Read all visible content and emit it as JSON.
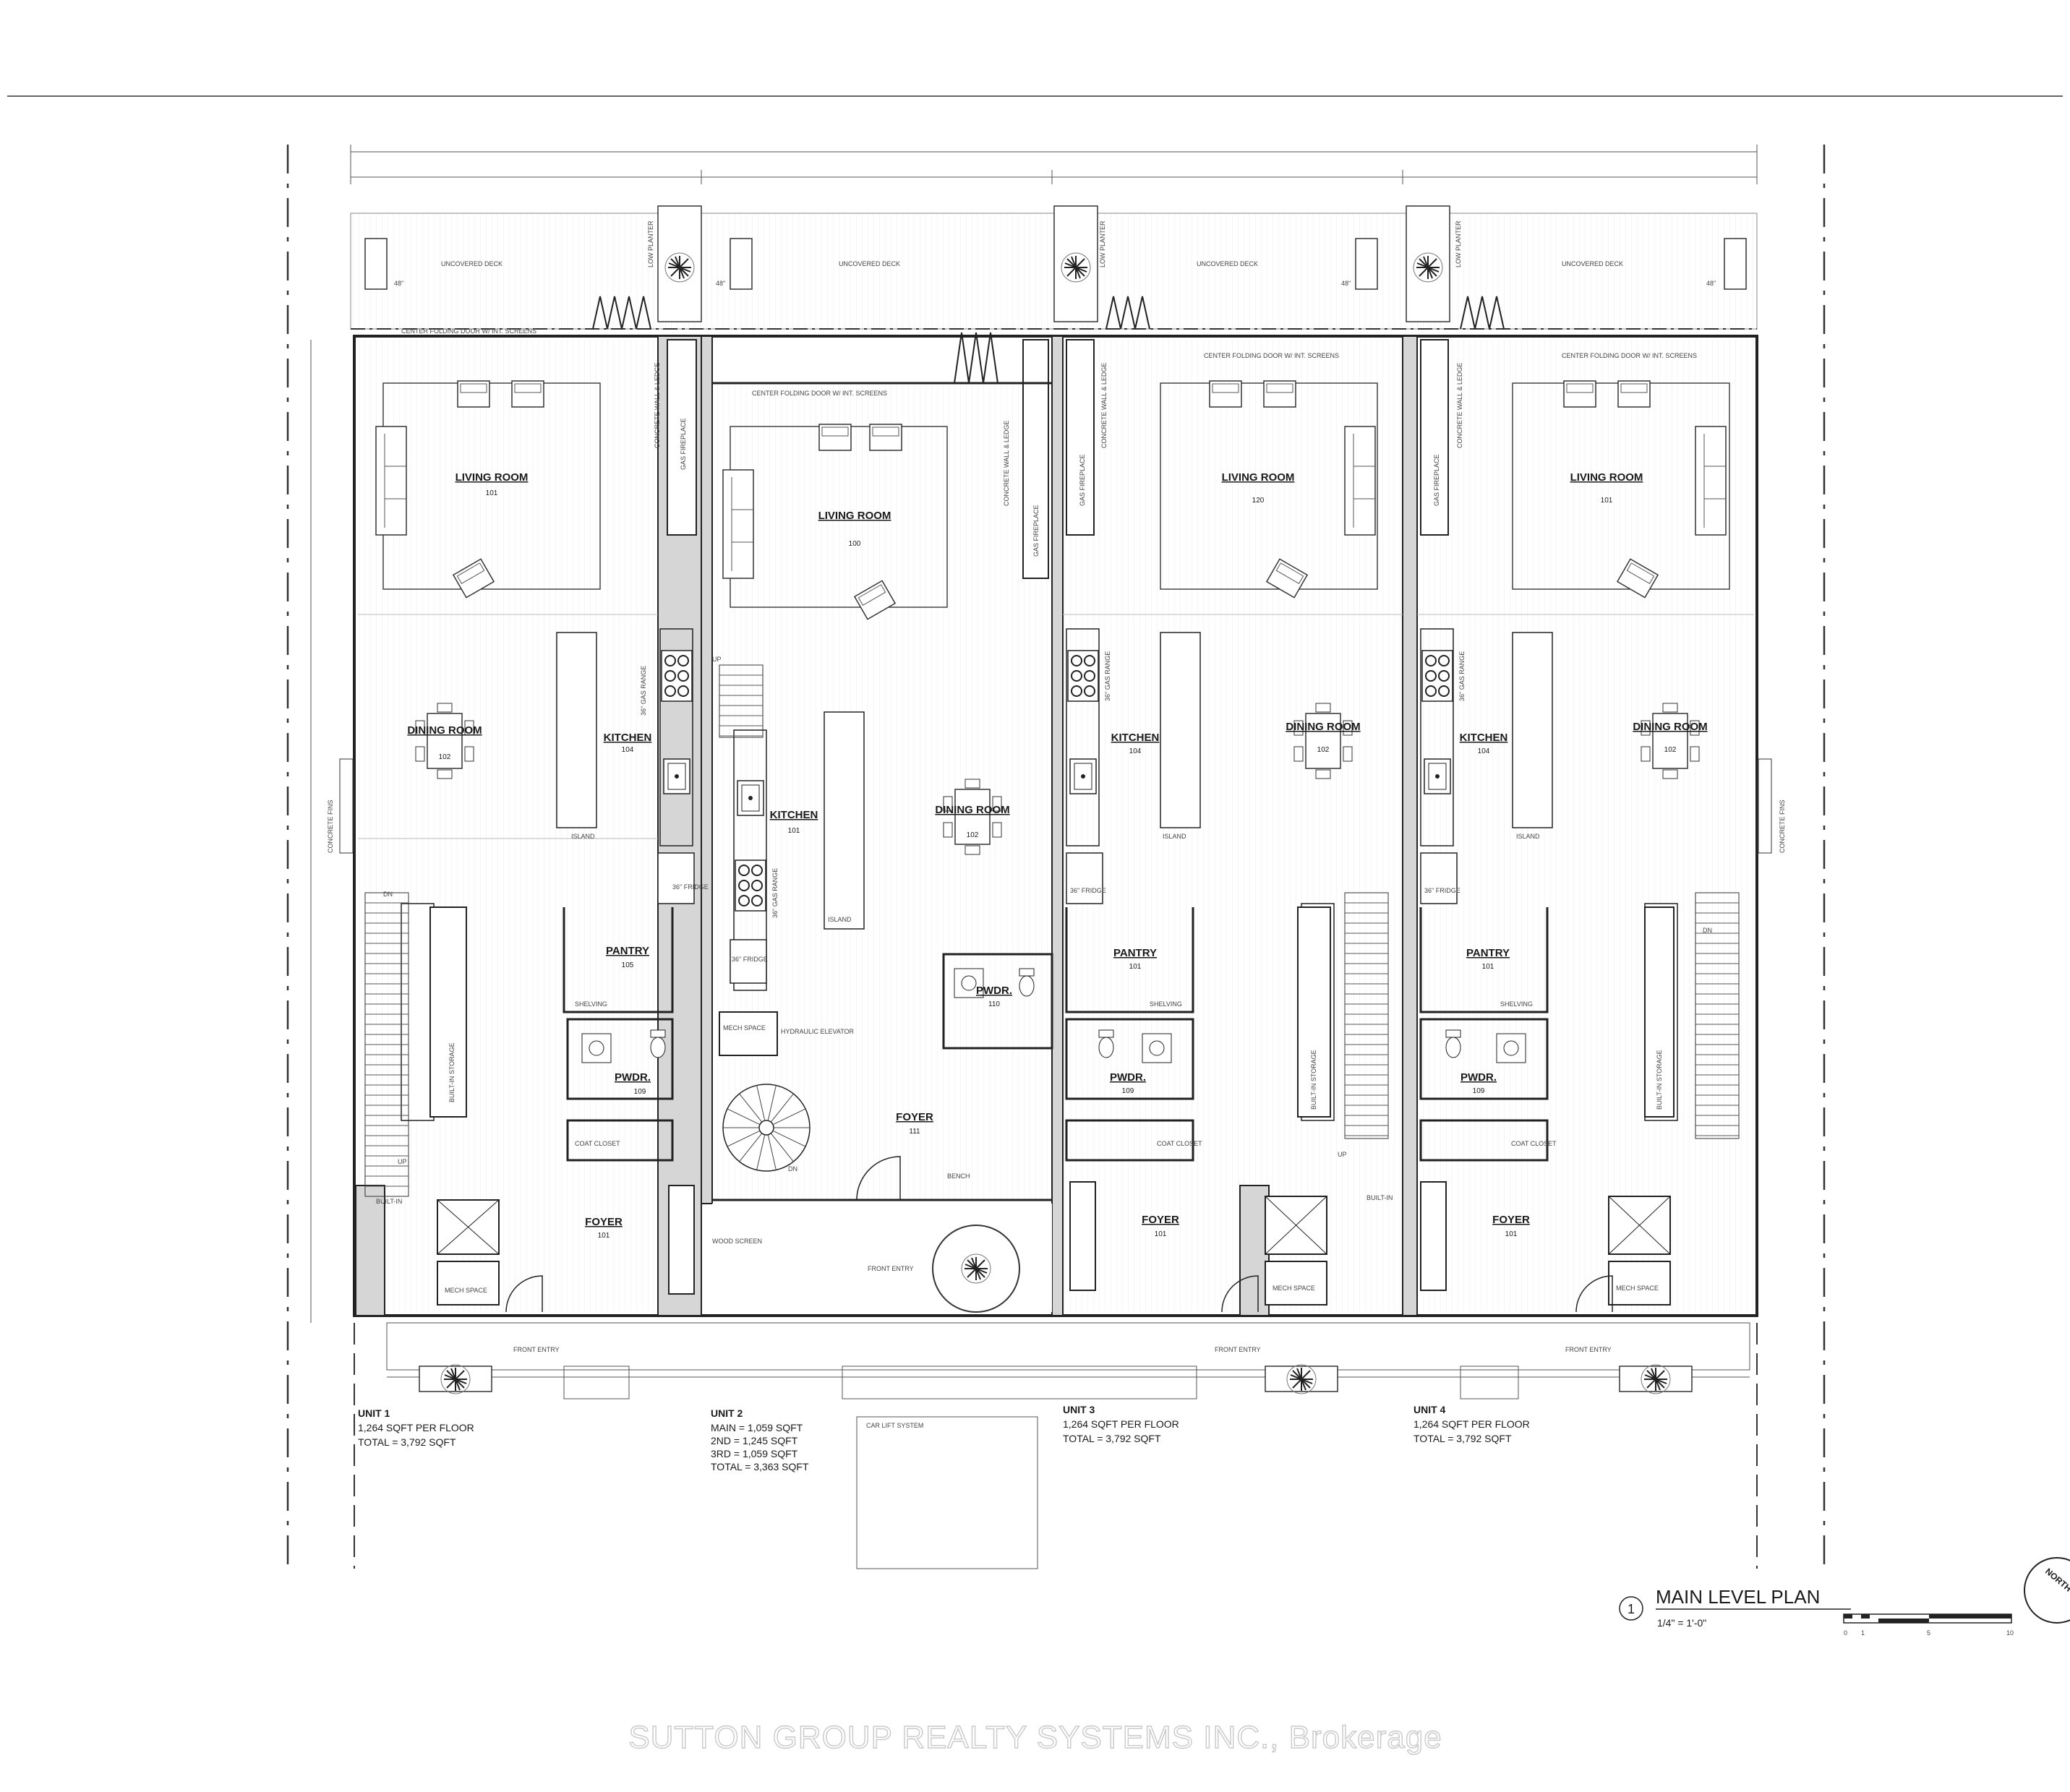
{
  "units": [
    {
      "rooms": {
        "living": {
          "label": "LIVING ROOM",
          "num": "101"
        },
        "dining": {
          "label": "DINING ROOM",
          "num": "102"
        },
        "kitchen": {
          "label": "KITCHEN",
          "num": "104"
        },
        "pantry": {
          "label": "PANTRY",
          "num": "105"
        },
        "pwdr": {
          "label": "PWDR.",
          "num": "109"
        },
        "foyer": {
          "label": "FOYER",
          "num": "101"
        }
      },
      "summary": [
        "UNIT 1",
        "1,264 SQFT PER FLOOR",
        "TOTAL = 3,792 SQFT"
      ]
    },
    {
      "rooms": {
        "living": {
          "label": "LIVING ROOM",
          "num": "100"
        },
        "dining": {
          "label": "DINING ROOM",
          "num": "102"
        },
        "kitchen": {
          "label": "KITCHEN",
          "num": "101"
        },
        "pwdr": {
          "label": "PWDR.",
          "num": "110"
        },
        "foyer": {
          "label": "FOYER",
          "num": "111"
        }
      },
      "summary": [
        "UNIT 2",
        "MAIN = 1,059 SQFT",
        "2ND = 1,245 SQFT",
        "3RD = 1,059 SQFT",
        "TOTAL = 3,363 SQFT"
      ]
    },
    {
      "rooms": {
        "living": {
          "label": "LIVING ROOM",
          "num": "120"
        },
        "dining": {
          "label": "DINING ROOM",
          "num": "102"
        },
        "kitchen": {
          "label": "KITCHEN",
          "num": "104"
        },
        "pantry": {
          "label": "PANTRY",
          "num": "101"
        },
        "pwdr": {
          "label": "PWDR.",
          "num": "109"
        },
        "foyer": {
          "label": "FOYER",
          "num": "101"
        }
      },
      "summary": [
        "UNIT 3",
        "1,264 SQFT PER FLOOR",
        "TOTAL = 3,792 SQFT"
      ]
    },
    {
      "rooms": {
        "living": {
          "label": "LIVING ROOM",
          "num": "101"
        },
        "dining": {
          "label": "DINING ROOM",
          "num": "102"
        },
        "kitchen": {
          "label": "KITCHEN",
          "num": "104"
        },
        "pantry": {
          "label": "PANTRY",
          "num": "101"
        },
        "pwdr": {
          "label": "PWDR.",
          "num": "109"
        },
        "foyer": {
          "label": "FOYER",
          "num": "101"
        }
      },
      "summary": [
        "UNIT 4",
        "1,264 SQFT PER FLOOR",
        "TOTAL = 3,792 SQFT"
      ]
    }
  ],
  "notes": {
    "deck": "UNCOVERED DECK",
    "folding_door": "CENTER FOLDING DOOR W/ INT. SCREENS",
    "gas_fireplace": "GAS FIREPLACE",
    "concrete_wall": "CONCRETE WALL & LEDGE",
    "range": "36\" GAS RANGE",
    "fridge": "36\" FRIDGE",
    "island": "ISLAND",
    "shelving": "SHELVING",
    "coat_closet": "COAT CLOSET",
    "bench": "BENCH",
    "builtin_storage": "BUILT-IN STORAGE",
    "builtin": "BUILT-IN",
    "elevator": "HYDRAULIC ELEVATOR",
    "mech_space": "MECH SPACE",
    "front_entry": "FRONT ENTRY",
    "wood_screen": "WOOD SCREEN",
    "courtyard": "FRONT ENTRY",
    "car_lift": "CAR LIFT SYSTEM",
    "dn": "DN",
    "up": "UP",
    "planter": "LOW PLANTER",
    "planter_height": "48\"",
    "concrete_fins": "CONCRETE FINS"
  },
  "plan_title": {
    "number": "1",
    "title": "MAIN LEVEL PLAN",
    "scale": "1/4\" = 1'-0\"",
    "scale_marks": [
      "0",
      "1",
      "5",
      "10"
    ],
    "north": "NORTH"
  },
  "watermark": "SUTTON GROUP REALTY SYSTEMS INC., Brokerage"
}
